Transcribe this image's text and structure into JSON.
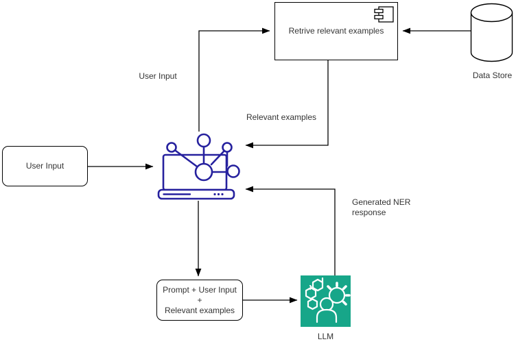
{
  "diagram": {
    "nodes": {
      "retrieve": {
        "label": "Retrive relevant examples",
        "icon": "uml-component-icon"
      },
      "data_store": {
        "label": "Data Store",
        "shape": "cylinder"
      },
      "user_input": {
        "label": "User Input"
      },
      "ml_system": {
        "icon": "network-laptop-icon"
      },
      "prompt": {
        "label": "Prompt + User Input +\nRelevant examples"
      },
      "llm": {
        "label": "LLM",
        "icon": "brain-gear-person-icon"
      }
    },
    "edge_labels": {
      "user_input": "User Input",
      "relevant_examples": "Relevant examples",
      "generated_ner": "Generated NER\nresponse"
    },
    "colors": {
      "stroke": "#000000",
      "icon_navy": "#26219e",
      "llm_green": "#17a689",
      "text": "#333333",
      "background": "#ffffff"
    }
  }
}
